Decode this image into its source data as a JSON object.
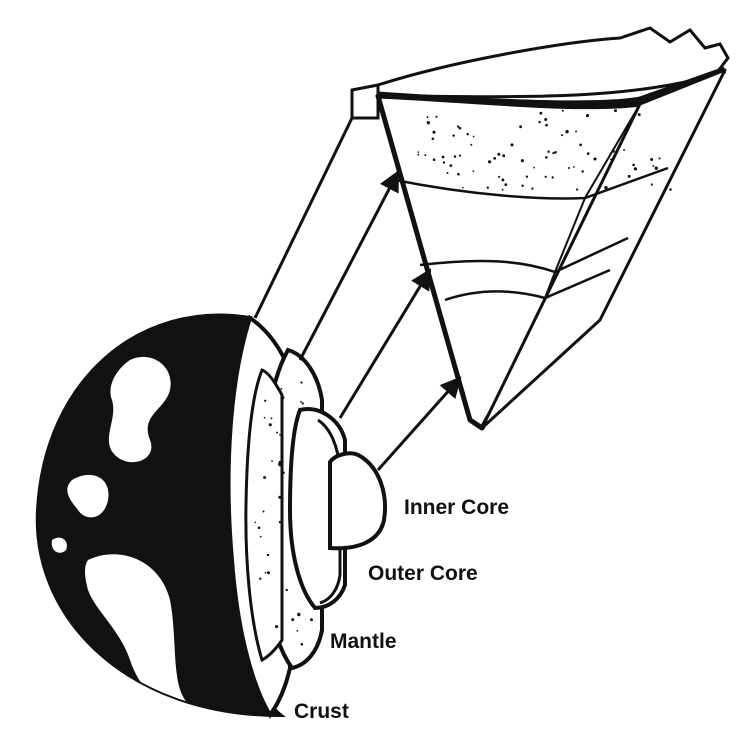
{
  "labels": {
    "inner_core": "Inner Core",
    "outer_core": "Outer Core",
    "mantle": "Mantle",
    "crust": "Crust"
  },
  "colors": {
    "ink": "#111111",
    "paper": "#ffffff"
  }
}
